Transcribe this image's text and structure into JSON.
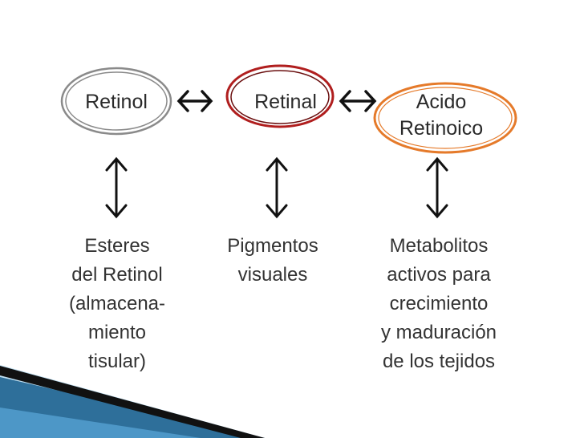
{
  "nodes": [
    {
      "id": "retinol",
      "lines": [
        "Retinol"
      ],
      "ring_color": "#8a8a8a"
    },
    {
      "id": "retinal",
      "lines": [
        "Retinal"
      ],
      "ring_color": "#b01e1e"
    },
    {
      "id": "acido",
      "lines": [
        "Acido",
        "Retinoico"
      ],
      "ring_color": "#e57a2a"
    }
  ],
  "descriptions": [
    {
      "lines": [
        "Esteres",
        "del Retinol",
        "(almacena-",
        "miento",
        "tisular)"
      ]
    },
    {
      "lines": [
        "Pigmentos",
        "visuales"
      ]
    },
    {
      "lines": [
        "Metabolitos",
        "activos para",
        "crecimiento",
        "y maduración",
        "de los tejidos"
      ]
    }
  ],
  "arrows": {
    "horizontal_icon": "double-headed-arrow",
    "vertical_icon": "double-headed-arrow"
  },
  "decoration": {
    "ribbon_colors": [
      "#1a1a1a",
      "#2e6f9a",
      "#9ecbe8"
    ]
  }
}
